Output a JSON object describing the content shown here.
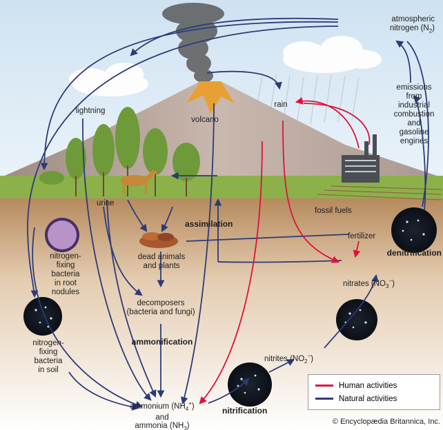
{
  "colors": {
    "human": "#e0103a",
    "natural": "#2c3a78",
    "sky": "#dcebf6",
    "soil": "#c9a47c",
    "grass": "#8cb04a",
    "mountain": "#b9a49a"
  },
  "labels": {
    "atmospheric_line1": "atmospheric",
    "atmospheric_line2": "nitrogen (N",
    "atmospheric_sub": "2",
    "atmospheric_close": ")",
    "rain": "rain",
    "lightning": "lightning",
    "volcano": "volcano",
    "emissions": [
      "emissions",
      "from",
      "industrial",
      "combustion",
      "and",
      "gasoline",
      "engines"
    ],
    "urine": "urine",
    "assimilation": "assimilation",
    "fossil_fuels": "fossil fuels",
    "fertilizer": "fertilizer",
    "denitrification": "denitrification",
    "dead_line1": "dead animals",
    "dead_line2": "and plants",
    "nitrates": "nitrates (NO",
    "nitrates_sub": "3",
    "nitrates_sup": "−",
    "nitrates_close": ")",
    "root_bacteria": [
      "nitrogen-",
      "fixing",
      "bacteria",
      "in root",
      "nodules"
    ],
    "decomposers_line1": "decomposers",
    "decomposers_line2": "(bacteria and fungi)",
    "ammonification": "ammonification",
    "nitrites": "nitrites (NO",
    "nitrites_sub": "2",
    "nitrites_sup": "−",
    "nitrites_close": ")",
    "soil_bacteria": [
      "nitrogen-",
      "fixing",
      "bacteria",
      "in soil"
    ],
    "ammonium_line1": "ammonium (NH",
    "ammonium_sub": "4",
    "ammonium_sup": "+",
    "ammonium_close": ")",
    "ammonium_and": "and",
    "ammonia_line": "ammonia (NH",
    "ammonia_sub": "3",
    "ammonia_close": ")",
    "nitrification": "nitrification"
  },
  "legend": {
    "human": "Human activities",
    "natural": "Natural activities"
  },
  "credit": "© Encyclopædia Britannica, Inc."
}
